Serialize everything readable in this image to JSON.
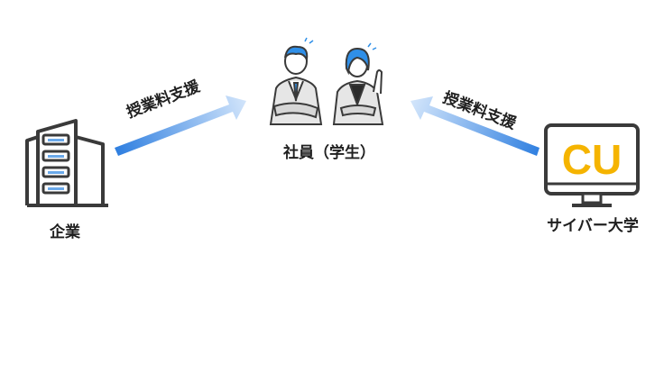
{
  "nodes": {
    "company": {
      "label": "企業"
    },
    "employees": {
      "label": "社員（学生）"
    },
    "university": {
      "label": "サイバー大学",
      "logo_text": "CU"
    }
  },
  "arrows": {
    "left": {
      "label": "授業料支援"
    },
    "right": {
      "label": "授業料支援"
    }
  },
  "colors": {
    "arrow_dark": "#2f7fe0",
    "arrow_light": "#cfe3fa",
    "icon_stroke": "#3a3a3a",
    "accent_blue": "#2f8fe8",
    "logo_yellow": "#f5b400"
  }
}
